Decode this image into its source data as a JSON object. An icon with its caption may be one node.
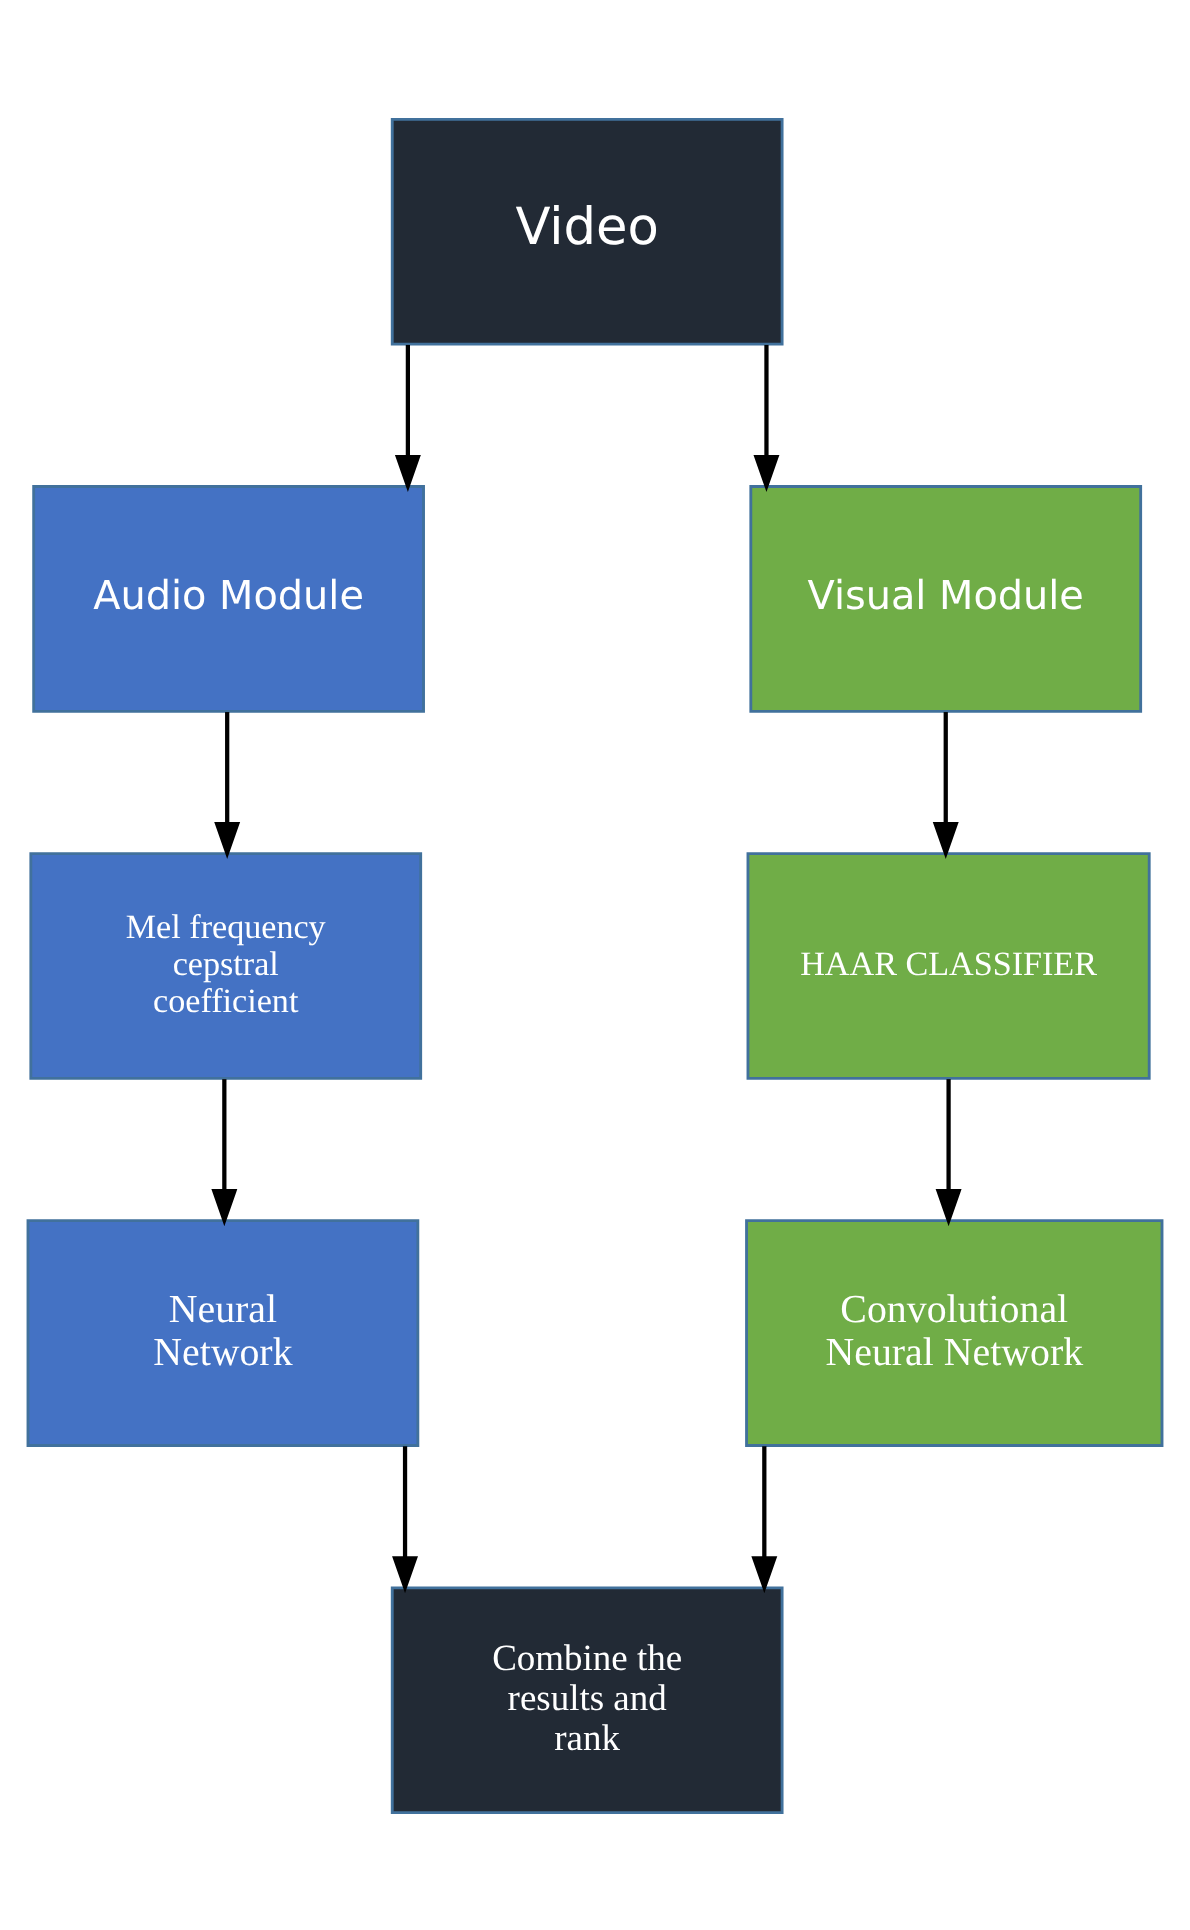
{
  "diagram": {
    "nodes": [
      {
        "text": [
          "Video"
        ]
      },
      {
        "text": [
          "Audio Module"
        ]
      },
      {
        "text": [
          "Visual Module"
        ]
      },
      {
        "text": [
          "Mel frequency cepstral coefficient"
        ]
      },
      {
        "text": [
          "HAAR CLASSIFIER"
        ]
      },
      {
        "text": [
          "Neural Network"
        ]
      },
      {
        "text": [
          "Convolutional Neural Network"
        ]
      },
      {
        "text": [
          "Combine the results and rank"
        ]
      }
    ],
    "edges": [
      {
        "from": 0,
        "to": 1,
        "arrow": "to"
      },
      {
        "from": 0,
        "to": 2,
        "arrow": "to"
      },
      {
        "from": 1,
        "to": 3,
        "arrow": "to"
      },
      {
        "from": 2,
        "to": 4,
        "arrow": "to"
      },
      {
        "from": 3,
        "to": 5,
        "arrow": "to"
      },
      {
        "from": 4,
        "to": 6,
        "arrow": "to"
      },
      {
        "from": 5,
        "to": 7,
        "arrow": "to"
      },
      {
        "from": 6,
        "to": 7,
        "arrow": "to"
      }
    ]
  }
}
